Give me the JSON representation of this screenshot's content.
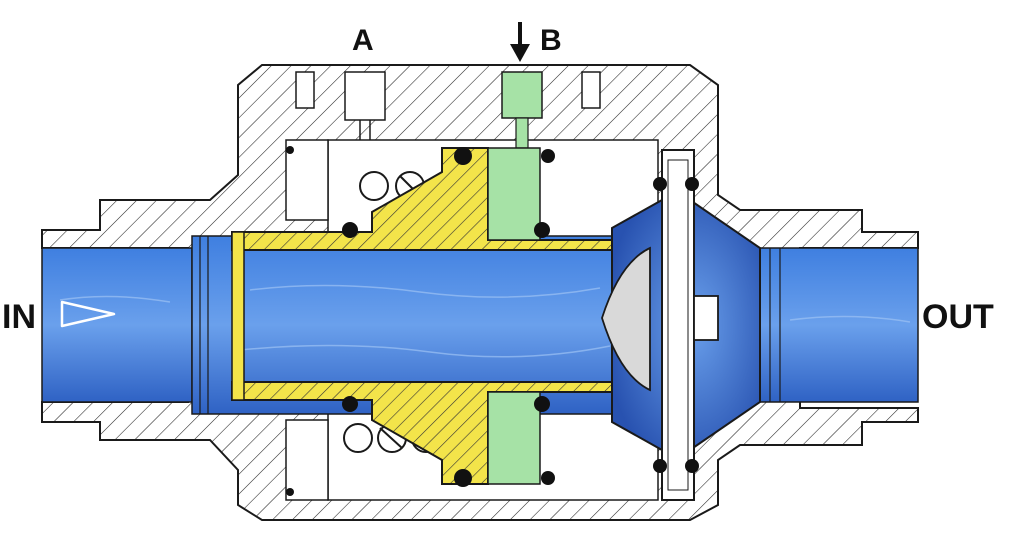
{
  "labels": {
    "port_a": "A",
    "port_b": "B",
    "inlet": "IN",
    "outlet": "OUT"
  },
  "colors": {
    "flow": "#2f6ed4",
    "flow_light": "#6aa0ec",
    "piston": "#f3e44a",
    "control_port": "#a6e2a6",
    "housing": "#ffffff",
    "outline": "#1a1a1a"
  }
}
